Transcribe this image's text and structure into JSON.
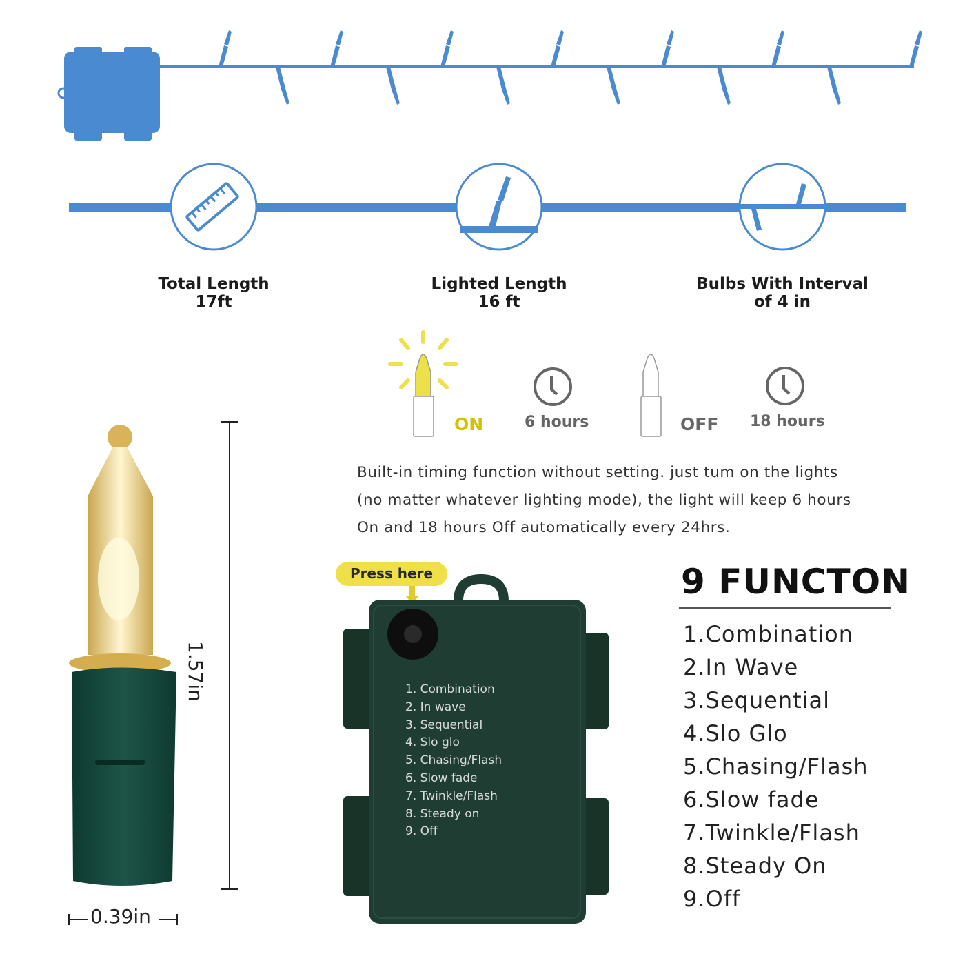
{
  "colors": {
    "wire": "#4a8ad0",
    "on": "#e8d53c",
    "on_text": "#d4c200",
    "off_text": "#666666",
    "controller": "#1f3d33",
    "pill": "#efe04a"
  },
  "features": [
    {
      "title": "Total Length",
      "value": "17ft",
      "icon": "ruler-icon"
    },
    {
      "title": "Lighted Length",
      "value": "16 ft",
      "icon": "bulb-icon"
    },
    {
      "title": "Bulbs With Interval",
      "value": "of 4 in",
      "icon": "bulb-interval-icon"
    }
  ],
  "timer": {
    "on_label": "ON",
    "on_hours": "6 hours",
    "off_label": "OFF",
    "off_hours": "18 hours"
  },
  "description": [
    "Built-in timing function without setting. just tum on the lights",
    "(no matter whatever lighting mode), the light will keep 6 hours",
    "On and 18 hours Off automatically every 24hrs."
  ],
  "dimensions": {
    "height": "1.57in",
    "width": "0.39in"
  },
  "controller": {
    "press_label": "Press here",
    "modes": [
      "1. Combination",
      "2. In wave",
      "3. Sequential",
      "4. Slo glo",
      "5. Chasing/Flash",
      "6. Slow fade",
      "7. Twinkle/Flash",
      "8. Steady on",
      "9. Off"
    ]
  },
  "functions": {
    "title": "9 FUNCTON",
    "items": [
      "1.Combination",
      "2.In Wave",
      "3.Sequential",
      "4.Slo Glo",
      "5.Chasing/Flash",
      "6.Slow fade",
      "7.Twinkle/Flash",
      "8.Steady On",
      "9.Off"
    ]
  }
}
